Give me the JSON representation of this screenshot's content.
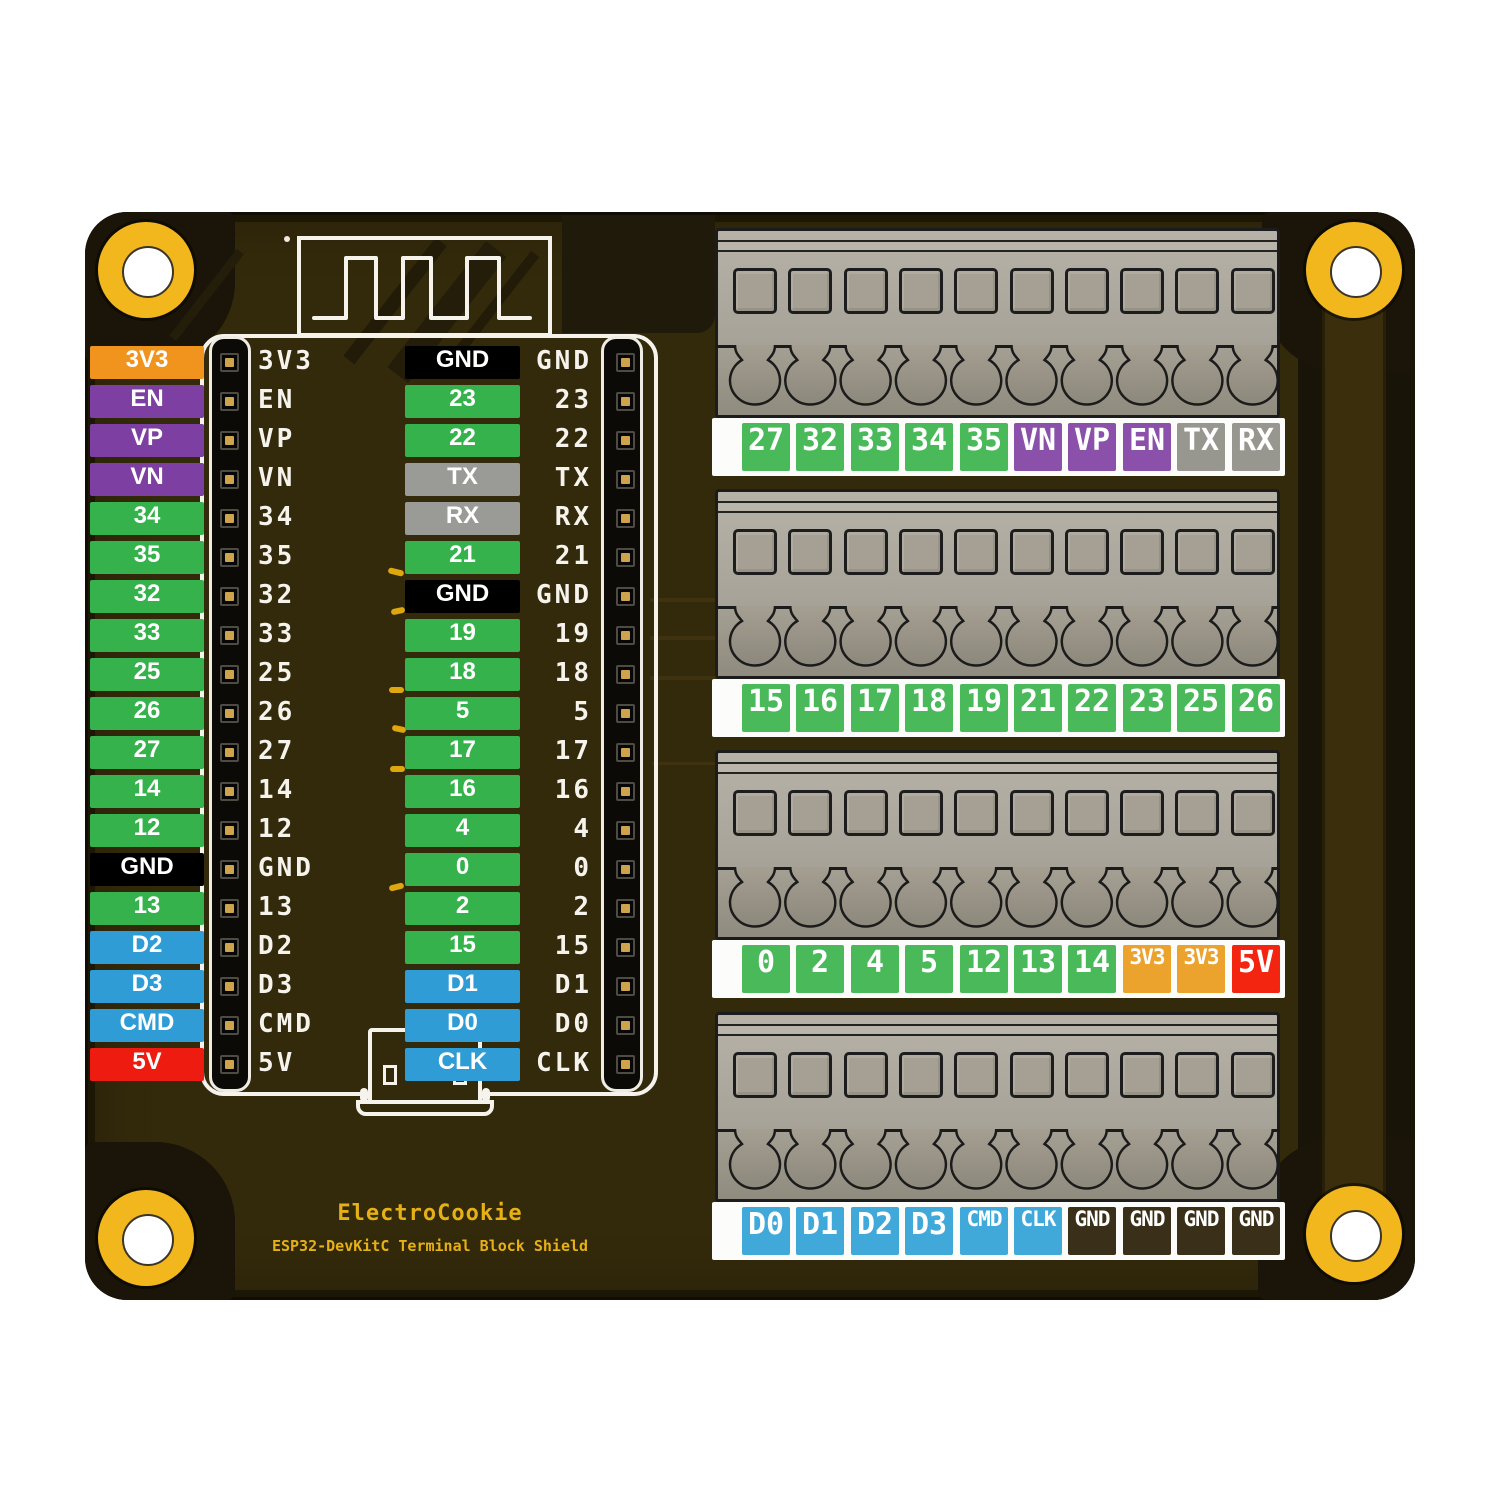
{
  "product": {
    "brand": "ElectroCookie",
    "name": "ESP32-DevKitC Terminal Block Shield"
  },
  "palette": {
    "board": "#33290b",
    "board_edge_dark": "#1a1409",
    "silkscreen": "#f5f3ec",
    "mount_ring_gold": "#f3b71e",
    "pad_gold": "#cda44c",
    "terminal_block_gray": "#aaa69c",
    "title_gold": "#e6b017",
    "green": "#35b24c",
    "purple": "#7d40a2",
    "orange": "#f0941e",
    "red": "#ee1c10",
    "blue": "#2f9cd6",
    "gray": "#9a9a96",
    "black": "#000000",
    "strip_green": "#49b95a",
    "strip_purple": "#8b50a9",
    "strip_orange": "#eca32d",
    "strip_red": "#f32511",
    "strip_blue": "#41a8da",
    "strip_gray": "#98978f",
    "strip_gnd": "#3a3019"
  },
  "pins": {
    "left": [
      {
        "label": "3V3",
        "color": "orange"
      },
      {
        "label": "EN",
        "color": "purple"
      },
      {
        "label": "VP",
        "color": "purple"
      },
      {
        "label": "VN",
        "color": "purple"
      },
      {
        "label": "34",
        "color": "green"
      },
      {
        "label": "35",
        "color": "green"
      },
      {
        "label": "32",
        "color": "green"
      },
      {
        "label": "33",
        "color": "green"
      },
      {
        "label": "25",
        "color": "green"
      },
      {
        "label": "26",
        "color": "green"
      },
      {
        "label": "27",
        "color": "green"
      },
      {
        "label": "14",
        "color": "green"
      },
      {
        "label": "12",
        "color": "green"
      },
      {
        "label": "GND",
        "color": "black"
      },
      {
        "label": "13",
        "color": "green"
      },
      {
        "label": "D2",
        "color": "blue"
      },
      {
        "label": "D3",
        "color": "blue"
      },
      {
        "label": "CMD",
        "color": "blue"
      },
      {
        "label": "5V",
        "color": "red"
      }
    ],
    "center": [
      {
        "label": "GND",
        "color": "black"
      },
      {
        "label": "23",
        "color": "green"
      },
      {
        "label": "22",
        "color": "green"
      },
      {
        "label": "TX",
        "color": "gray"
      },
      {
        "label": "RX",
        "color": "gray"
      },
      {
        "label": "21",
        "color": "green"
      },
      {
        "label": "GND",
        "color": "black"
      },
      {
        "label": "19",
        "color": "green"
      },
      {
        "label": "18",
        "color": "green"
      },
      {
        "label": "5",
        "color": "green"
      },
      {
        "label": "17",
        "color": "green"
      },
      {
        "label": "16",
        "color": "green"
      },
      {
        "label": "4",
        "color": "green"
      },
      {
        "label": "0",
        "color": "green"
      },
      {
        "label": "2",
        "color": "green"
      },
      {
        "label": "15",
        "color": "green"
      },
      {
        "label": "D1",
        "color": "blue"
      },
      {
        "label": "D0",
        "color": "blue"
      },
      {
        "label": "CLK",
        "color": "blue"
      }
    ]
  },
  "terminal_rows": [
    {
      "cells": [
        {
          "label": "27",
          "color": "green"
        },
        {
          "label": "32",
          "color": "green"
        },
        {
          "label": "33",
          "color": "green"
        },
        {
          "label": "34",
          "color": "green"
        },
        {
          "label": "35",
          "color": "green"
        },
        {
          "label": "VN",
          "color": "purple"
        },
        {
          "label": "VP",
          "color": "purple"
        },
        {
          "label": "EN",
          "color": "purple"
        },
        {
          "label": "TX",
          "color": "gray"
        },
        {
          "label": "RX",
          "color": "gray"
        }
      ]
    },
    {
      "cells": [
        {
          "label": "15",
          "color": "green"
        },
        {
          "label": "16",
          "color": "green"
        },
        {
          "label": "17",
          "color": "green"
        },
        {
          "label": "18",
          "color": "green"
        },
        {
          "label": "19",
          "color": "green"
        },
        {
          "label": "21",
          "color": "green"
        },
        {
          "label": "22",
          "color": "green"
        },
        {
          "label": "23",
          "color": "green"
        },
        {
          "label": "25",
          "color": "green"
        },
        {
          "label": "26",
          "color": "green"
        }
      ]
    },
    {
      "cells": [
        {
          "label": "0",
          "color": "green"
        },
        {
          "label": "2",
          "color": "green"
        },
        {
          "label": "4",
          "color": "green"
        },
        {
          "label": "5",
          "color": "green"
        },
        {
          "label": "12",
          "color": "green"
        },
        {
          "label": "13",
          "color": "green"
        },
        {
          "label": "14",
          "color": "green"
        },
        {
          "label": "3V3",
          "color": "orange"
        },
        {
          "label": "3V3",
          "color": "orange"
        },
        {
          "label": "5V",
          "color": "red"
        }
      ]
    },
    {
      "cells": [
        {
          "label": "D0",
          "color": "blue"
        },
        {
          "label": "D1",
          "color": "blue"
        },
        {
          "label": "D2",
          "color": "blue"
        },
        {
          "label": "D3",
          "color": "blue"
        },
        {
          "label": "CMD",
          "color": "blue"
        },
        {
          "label": "CLK",
          "color": "blue"
        },
        {
          "label": "GND",
          "color": "gnd"
        },
        {
          "label": "GND",
          "color": "gnd"
        },
        {
          "label": "GND",
          "color": "gnd"
        },
        {
          "label": "GND",
          "color": "gnd"
        }
      ]
    }
  ]
}
